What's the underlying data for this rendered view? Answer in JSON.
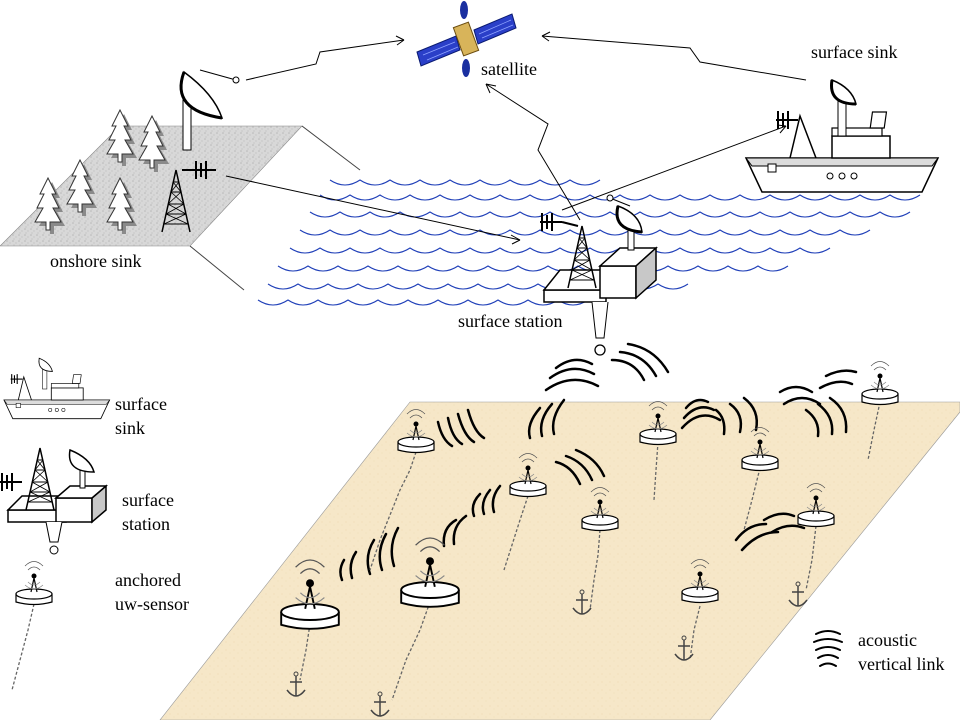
{
  "labels": {
    "satellite": "satellite",
    "surface_sink": "surface sink",
    "onshore_sink": "onshore sink",
    "surface_station": "surface station",
    "legend_surface_sink_line1": "surface",
    "legend_surface_sink_line2": "sink",
    "legend_surface_station_line1": "surface",
    "legend_surface_station_line2": "station",
    "legend_sensor_line1": "anchored",
    "legend_sensor_line2": "uw-sensor",
    "legend_link_line1": "acoustic",
    "legend_link_line2": "vertical link"
  },
  "colors": {
    "seabed": "#f6e7c8",
    "land": "#dcdcdc",
    "wave": "#1f3fb8",
    "satellite_panel": "#2a3fc8",
    "ink": "#000000"
  }
}
